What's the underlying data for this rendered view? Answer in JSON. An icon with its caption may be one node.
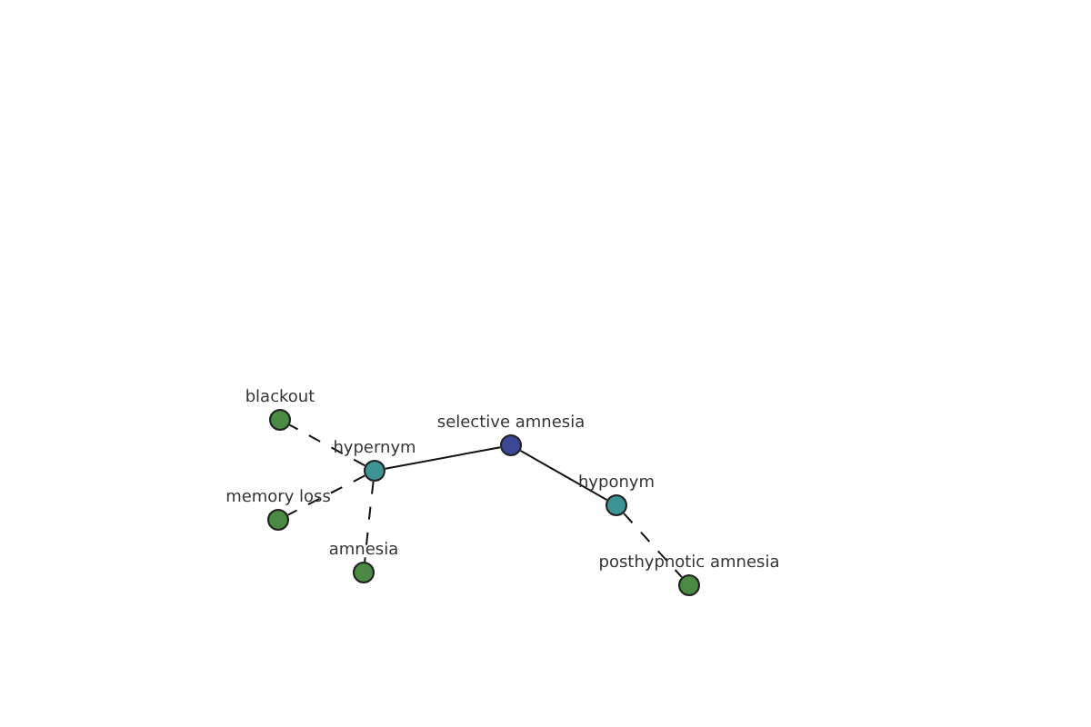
{
  "diagram": {
    "nodes": [
      {
        "text": [
          "blackout"
        ]
      },
      {
        "text": [
          "selective amnesia"
        ]
      },
      {
        "text": [
          "hypernym"
        ]
      },
      {
        "text": [
          "hyponym"
        ]
      },
      {
        "text": [
          "memory loss"
        ]
      },
      {
        "text": [
          "amnesia"
        ]
      },
      {
        "text": [
          "posthypnotic amnesia"
        ]
      }
    ],
    "edges": [
      {
        "from": 1,
        "to": 2,
        "arrow": "none"
      },
      {
        "from": 1,
        "to": 3,
        "arrow": "none"
      },
      {
        "from": 2,
        "to": 0,
        "arrow": "none",
        "style": "dashed"
      },
      {
        "from": 2,
        "to": 4,
        "arrow": "none",
        "style": "dashed"
      },
      {
        "from": 2,
        "to": 5,
        "arrow": "none",
        "style": "dashed"
      },
      {
        "from": 3,
        "to": 6,
        "arrow": "none",
        "style": "dashed"
      }
    ]
  }
}
